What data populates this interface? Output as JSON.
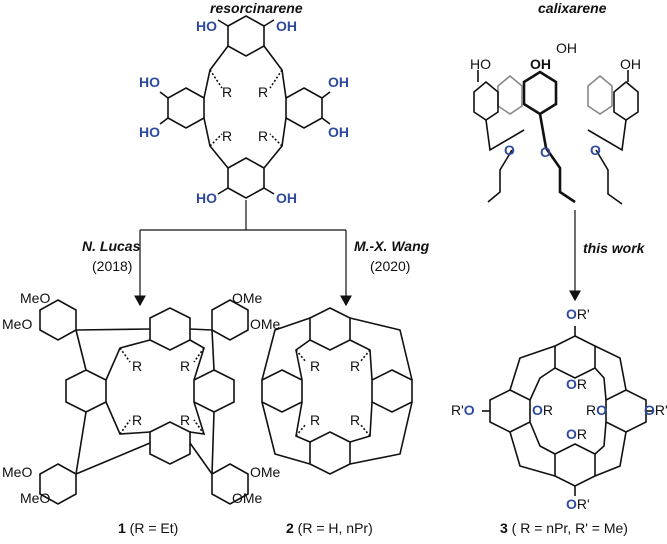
{
  "titles": {
    "left": "resorcinarene",
    "right": "calixarene"
  },
  "routes": {
    "lucas": {
      "author": "N. Lucas",
      "year": "(2018)"
    },
    "wang": {
      "author": "M.-X. Wang",
      "year": "(2020)"
    },
    "this": {
      "label": "this work"
    }
  },
  "labels": {
    "oh": "OH",
    "ho": "HO",
    "r": "R",
    "ome": "OMe",
    "meo": "MeO",
    "or": "OR",
    "or_prime": "OR'",
    "r_prime_o": "R'O",
    "o_r_prime": "OR'",
    "ro": "RO"
  },
  "captions": {
    "c1": {
      "num": "1",
      "text": " (R = Et)"
    },
    "c2": {
      "num": "2",
      "text": " (R = H, nPr)"
    },
    "c3": {
      "num": "3",
      "text": " ( R = nPr, R' = Me)"
    }
  },
  "colors": {
    "heteroatom": "#2e4a9e",
    "bond": "#111111"
  }
}
